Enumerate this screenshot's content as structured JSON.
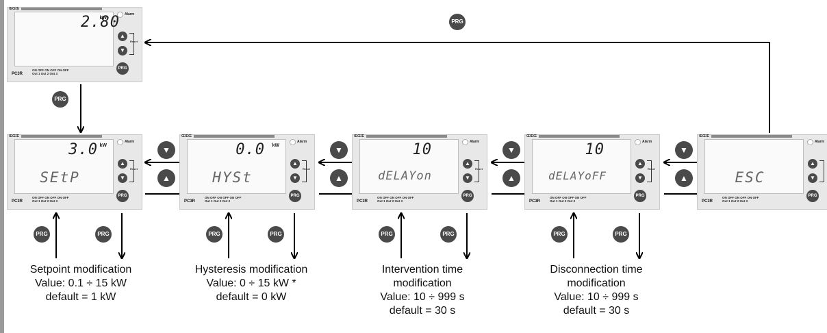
{
  "top_device": {
    "logo": "ŒŒŒ",
    "value": "2.80",
    "unit": "kW",
    "alarm": "Alarm",
    "reset": "Reset",
    "prg": "PRG",
    "model": "PC3R",
    "outs": "ON OFF ON OFF ON OFF",
    "out_labels": "Out 1 Out 2 Out 3"
  },
  "devices": [
    {
      "value": "3.0",
      "unit": "kW",
      "word": "SEtP"
    },
    {
      "value": "0.0",
      "unit": "kW",
      "word": "HYSt"
    },
    {
      "value": "10",
      "unit": "",
      "word": "dELAYon"
    },
    {
      "value": "10",
      "unit": "",
      "word": "dELAYoFF"
    },
    {
      "value": "",
      "unit": "",
      "word": "ESC"
    }
  ],
  "common": {
    "alarm": "Alarm",
    "reset": "Reset",
    "prg": "PRG",
    "model": "PC3R",
    "outs": "ON OFF ON OFF ON OFF",
    "out_labels": "Out 1 Out 2 Out 3",
    "logo": "ŒŒŒ"
  },
  "badges": {
    "prg": "PRG",
    "down": "▼",
    "up": "▲"
  },
  "captions": [
    {
      "lines": [
        "Setpoint modification",
        "Value: 0.1 ÷ 15 kW",
        "default = 1 kW"
      ]
    },
    {
      "lines": [
        "Hysteresis modification",
        "Value: 0 ÷ 15 kW *",
        "default = 0 kW"
      ]
    },
    {
      "lines": [
        "Intervention time",
        "modification",
        "Value: 10 ÷ 999 s",
        "default = 30 s"
      ]
    },
    {
      "lines": [
        "Disconnection time",
        "modification",
        "Value: 10 ÷ 999 s",
        "default = 30 s"
      ]
    }
  ]
}
